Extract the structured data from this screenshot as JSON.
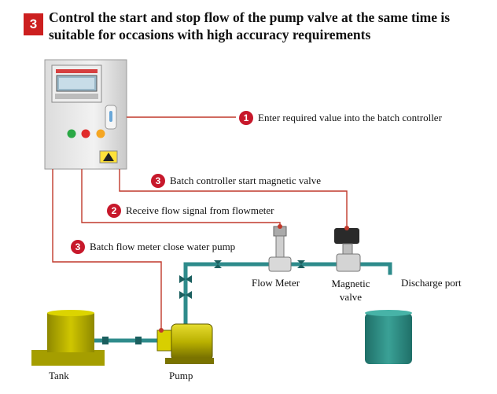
{
  "header": {
    "step_number": "3",
    "title": "Control the start and stop flow of the pump valve at the same time is suitable for occasions with high accuracy requirements"
  },
  "steps": [
    {
      "num": "1",
      "text": "Enter required value into the batch controller"
    },
    {
      "num": "3",
      "text": "Batch controller start magnetic valve"
    },
    {
      "num": "2",
      "text": "Receive flow signal from flowmeter"
    },
    {
      "num": "3",
      "text": "Batch flow meter close water pump"
    }
  ],
  "labels": {
    "flow_meter": "Flow Meter",
    "magnetic_valve": "Magnetic valve",
    "discharge_port": "Discharge port",
    "tank": "Tank",
    "pump": "Pump"
  },
  "colors": {
    "accent_red": "#cc1f1f",
    "pipe": "#2e8b8b",
    "signal_line": "#c0392b",
    "tank": "#b8b000",
    "pump": "#c8c000",
    "container": "#2f8f86"
  }
}
